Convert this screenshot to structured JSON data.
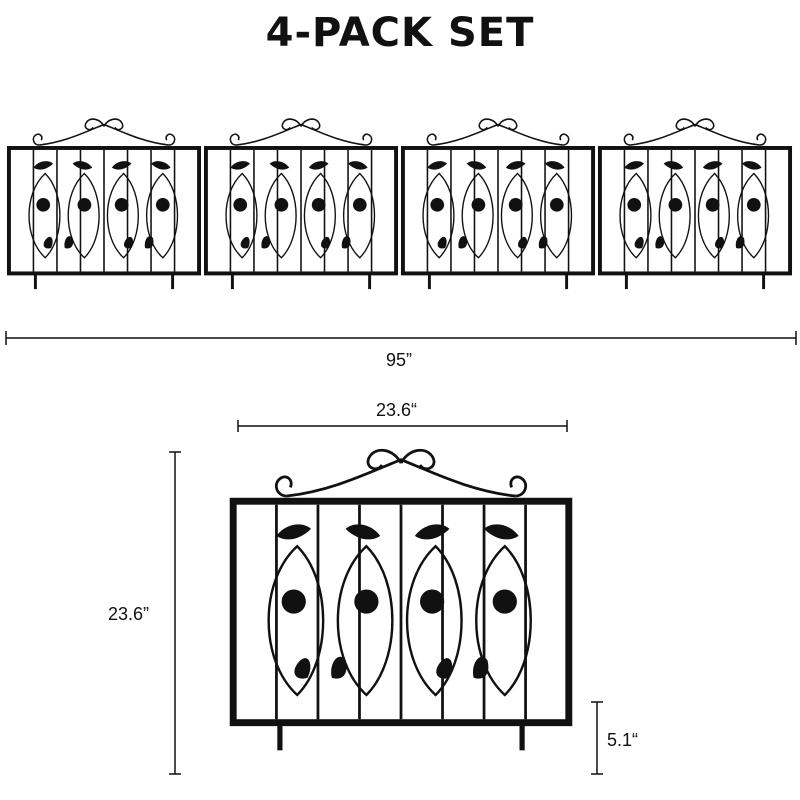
{
  "title": "4-PACK SET",
  "dimensions": {
    "total_width": "95”",
    "panel_width": "23.6“",
    "panel_height": "23.6”",
    "stake_length": "5.1“"
  },
  "colors": {
    "fence": "#111111",
    "background": "#ffffff"
  },
  "panel_count": 4
}
